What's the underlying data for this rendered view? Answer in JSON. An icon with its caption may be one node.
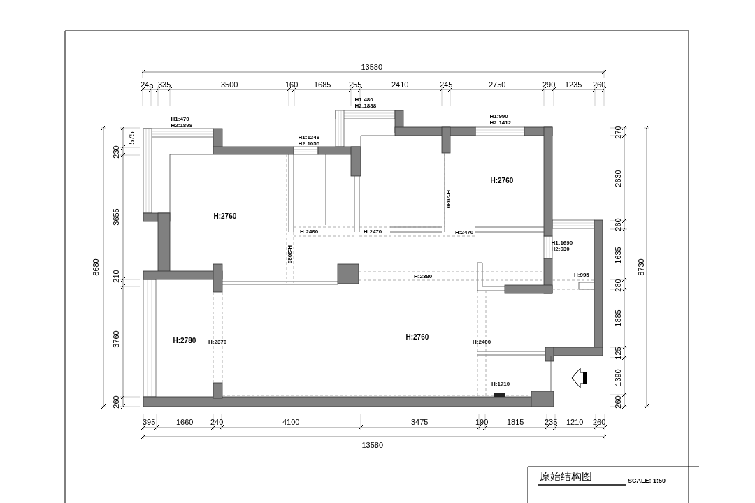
{
  "diagram": {
    "caption": "原始结构图",
    "labels": [
      "13580",
      "245",
      "335",
      "3500",
      "160",
      "1685",
      "255",
      "2410",
      "245",
      "2750",
      "290",
      "1235",
      "260",
      "H1:480 H2:1888",
      "H1:470 H2:1898",
      "H1:990 H2:1412",
      "H1:1248 H2:1055",
      "H:2760",
      "H:2760",
      "H:2080",
      "H:2080",
      "H:2460",
      "H:2470",
      "H:2470",
      "H1:1690 H2:630",
      "H:2380",
      "H:995",
      "H:2780",
      "H:2370",
      "H:2760",
      "H:2400",
      "H:1710",
      "395",
      "1660",
      "240",
      "4100",
      "3475",
      "190",
      "1815",
      "235",
      "1210",
      "260",
      "13580",
      "8680",
      "575",
      "230",
      "3655",
      "210",
      "3760",
      "260",
      "270",
      "2630",
      "260",
      "1635",
      "280",
      "1885",
      "125",
      "1390",
      "260",
      "8730",
      "SCALE: 1:50"
    ]
  }
}
